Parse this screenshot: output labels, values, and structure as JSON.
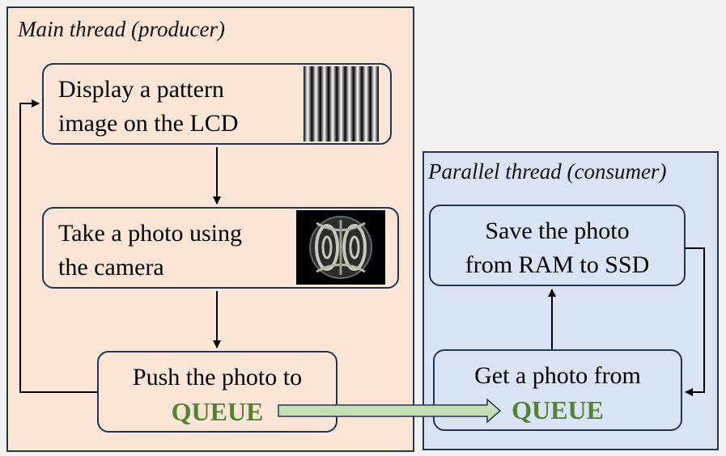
{
  "panels": {
    "main_title": "Main thread (producer)",
    "parallel_title": "Parallel thread (consumer)"
  },
  "steps": {
    "display": [
      "Display a pattern",
      "image on the LCD"
    ],
    "photo": [
      "Take a photo using",
      "the camera"
    ],
    "push": "Push the photo to",
    "save": [
      "Save the photo",
      "from RAM to SSD"
    ],
    "get": "Get a photo from",
    "queue_label": "QUEUE"
  },
  "colors": {
    "main_bg": "#fbe5d6",
    "parallel_bg": "#dae3f3",
    "border": "#243552",
    "queue_text": "#548235",
    "queue_arrow_fill": "#c5e0b4"
  },
  "icons": {
    "pattern": "vertical-fringe-pattern-icon",
    "camera_photo": "interference-fringe-photo-icon"
  }
}
